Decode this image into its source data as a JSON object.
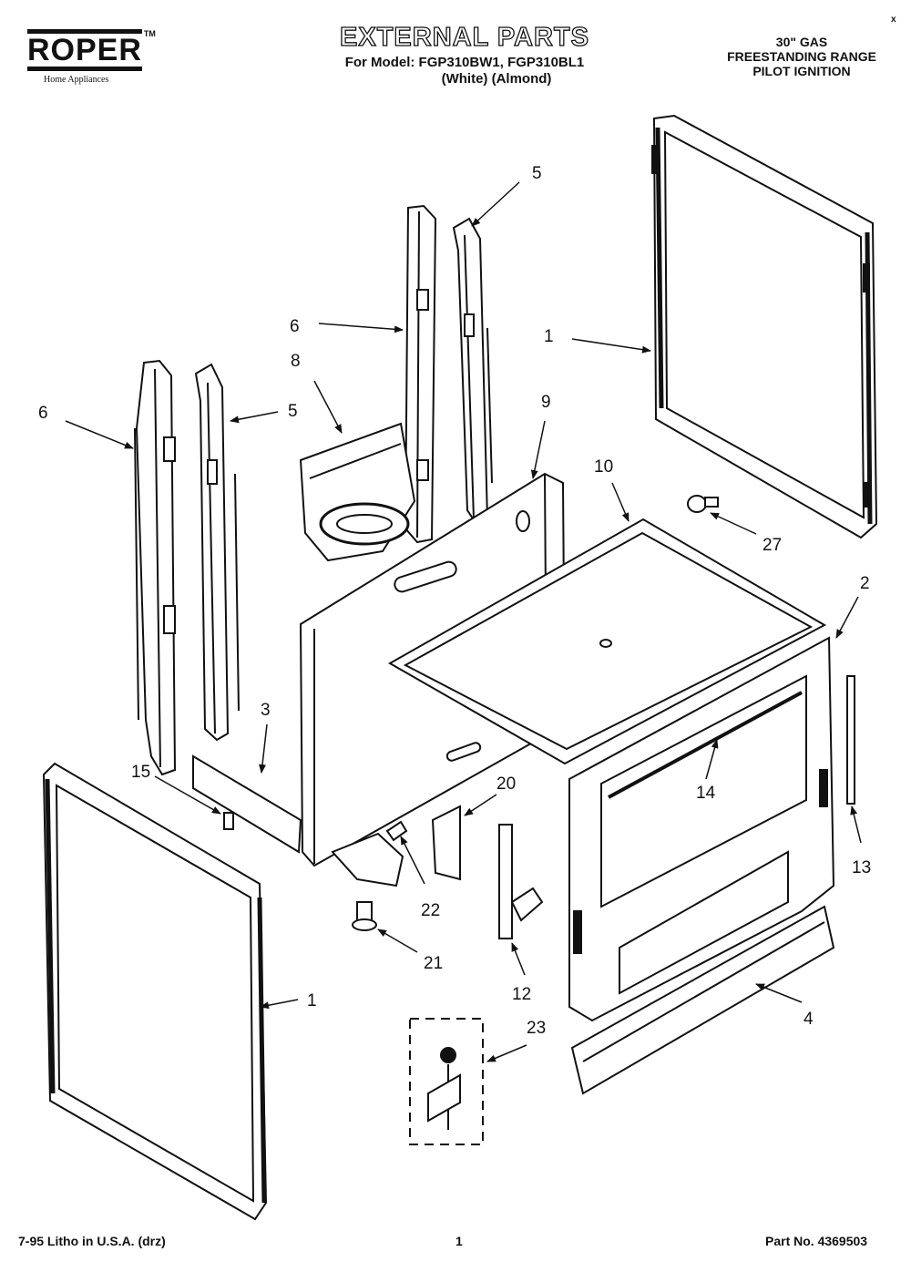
{
  "header": {
    "brand": "ROPER",
    "brand_tm": "TM",
    "brand_sub": "Home Appliances",
    "title": "EXTERNAL PARTS",
    "models_line": "For Model: FGP310BW1, FGP310BL1",
    "variants_line": "(White)   (Almond)",
    "desc_line1": "30\" GAS",
    "desc_line2": "FREESTANDING RANGE",
    "desc_line3": "PILOT IGNITION",
    "corner_mark": "x"
  },
  "callouts": {
    "c1a": "1",
    "c1b": "1",
    "c2": "2",
    "c3": "3",
    "c4": "4",
    "c5a": "5",
    "c5b": "5",
    "c6a": "6",
    "c6b": "6",
    "c8": "8",
    "c9": "9",
    "c10": "10",
    "c12": "12",
    "c13": "13",
    "c14": "14",
    "c15": "15",
    "c20": "20",
    "c21": "21",
    "c22": "22",
    "c23": "23",
    "c27": "27"
  },
  "footer": {
    "litho": "7-95 Litho in U.S.A. (drz)",
    "page": "1",
    "part_no": "Part No. 4369503"
  }
}
